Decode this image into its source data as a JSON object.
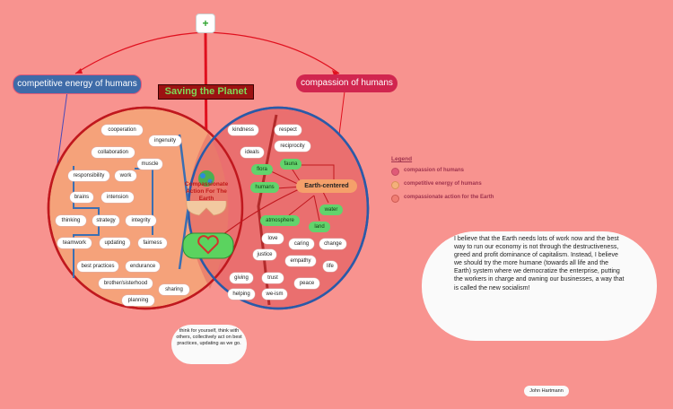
{
  "plus_button": "+",
  "title": "Saving the Planet",
  "left_topic": "competitive energy of humans",
  "right_topic": "compassion of humans",
  "center_title": "Compassionate Action For The Earth",
  "earth_hub": "Earth-centered",
  "left_words": [
    "cooperation",
    "ingenuity",
    "collaboration",
    "muscle",
    "responsibility",
    "work",
    "brains",
    "intension",
    "thinking",
    "strategy",
    "integrity",
    "teamwork",
    "updating",
    "fairness",
    "best practices",
    "endurance",
    "brother/sisterhood",
    "sharing",
    "planning"
  ],
  "right_words": [
    "kindness",
    "respect",
    "ideals",
    "reciprocity",
    "love",
    "caring",
    "change",
    "justice",
    "empathy",
    "life",
    "giving",
    "trust",
    "peace",
    "helping",
    "we-ism"
  ],
  "green_words": [
    "fauna",
    "flora",
    "humans",
    "water",
    "atmosphere",
    "land"
  ],
  "legend": {
    "title": "Legend",
    "items": [
      {
        "label": "compassion of humans",
        "color": "#e05a78"
      },
      {
        "label": "competitive energy of humans",
        "color": "#f4b07a"
      },
      {
        "label": "compassionate action for the Earth",
        "color": "#f07e74"
      }
    ]
  },
  "note_small": "think for yourself, think with others, collectively act on best practices, updating as we go.",
  "quote": "I believe that the Earth needs lots of work now and the best way to run our economy is not through the destructiveness, greed and profit dominance of capitalism. Instead, I believe we should try the more humane (towards all life and the Earth) system where we democratize the enterprise, putting the workers in charge and owning our businesses, a way that is called the new socialism!",
  "author": "John Hartmann"
}
